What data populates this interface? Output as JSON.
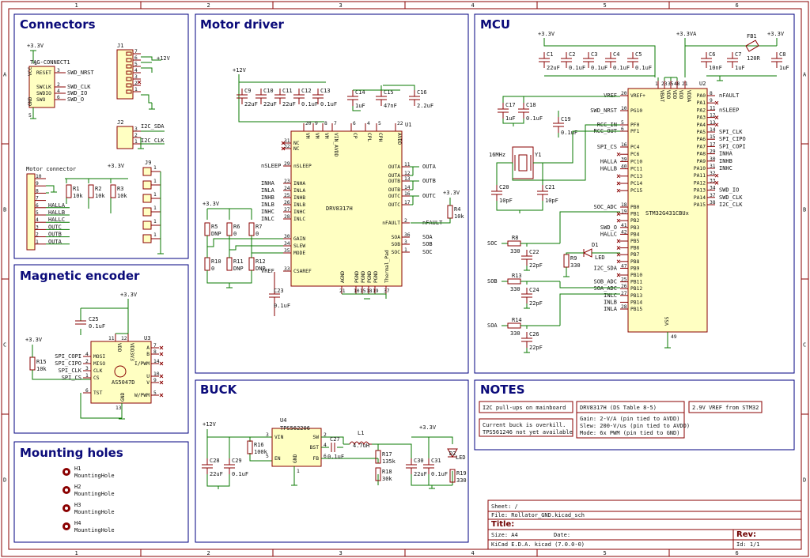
{
  "frame": {
    "cols": [
      "1",
      "2",
      "3",
      "4",
      "5",
      "6"
    ],
    "rows": [
      "A",
      "B",
      "C",
      "D"
    ]
  },
  "sections": {
    "connectors": "Connectors",
    "motor_driver": "Motor driver",
    "mcu": "MCU",
    "encoder": "Magnetic encoder",
    "buck": "BUCK",
    "notes": "NOTES",
    "mounting": "Mounting holes"
  },
  "connectors": {
    "tag_ref": "TAG-CONNECT1",
    "tag_pwr": "+3.3V",
    "tag_pins": [
      {
        "n": "3",
        "name": "RESET",
        "net": "SWD_NRST"
      },
      {
        "n": "2",
        "name": "SWCLK",
        "net": "SWD_CLK"
      },
      {
        "n": "4",
        "name": "SWDIO",
        "net": "SWD_IO"
      },
      {
        "n": "6",
        "name": "SWO",
        "net": "SWD_O"
      }
    ],
    "tag_vcc": "VCC",
    "tag_gnd": "GND",
    "tag_pin1": "1",
    "tag_pin5": "5",
    "j1": "J1",
    "j1_pins": [
      "7",
      "6",
      "5",
      "4",
      "3",
      "2",
      "1"
    ],
    "j1_pwr": "+12V",
    "j2": "J2",
    "j2_pins": [
      "3",
      "2",
      "1"
    ],
    "j2_nets": [
      "I2C_SDA",
      "I2C_CLK"
    ],
    "motor_conn_label": "Motor connector",
    "motor_pwr": "+3.3V",
    "motor_pins": [
      {
        "n": "10",
        "net": ""
      },
      {
        "n": "9",
        "net": ""
      },
      {
        "n": "8",
        "net": ""
      },
      {
        "n": "7",
        "net": ""
      },
      {
        "n": "6",
        "net": "HALLA"
      },
      {
        "n": "5",
        "net": "HALLB"
      },
      {
        "n": "4",
        "net": "HALLC"
      },
      {
        "n": "3",
        "net": "OUTC"
      },
      {
        "n": "2",
        "net": "OUTB"
      },
      {
        "n": "1",
        "net": "OUTA"
      }
    ],
    "motor_res": [
      {
        "ref": "R1",
        "val": "10k"
      },
      {
        "ref": "R2",
        "val": "10k"
      },
      {
        "ref": "R3",
        "val": "10k"
      }
    ],
    "j9": "J9",
    "j9_pins": [
      "1",
      "1",
      "1",
      "1",
      "1",
      "1"
    ]
  },
  "driver": {
    "pwr": "+12V",
    "caps": [
      {
        "ref": "C9",
        "val": "22uF"
      },
      {
        "ref": "C10",
        "val": "22uF"
      },
      {
        "ref": "C11",
        "val": "22uF"
      },
      {
        "ref": "C12",
        "val": "0.1uF"
      },
      {
        "ref": "C13",
        "val": "0.1uF"
      },
      {
        "ref": "C14",
        "val": "1uF"
      },
      {
        "ref": "C15",
        "val": "47nF"
      },
      {
        "ref": "C16",
        "val": "2.2uF"
      }
    ],
    "ic_ref": "U1",
    "ic_name": "DRV8317H",
    "top_pins": [
      {
        "name": "VM",
        "n": "20"
      },
      {
        "name": "VM",
        "n": "9"
      },
      {
        "name": "VM",
        "n": "8"
      },
      {
        "name": "VIN_AVDD",
        "n": "7"
      },
      {
        "name": "CP",
        "n": "6"
      },
      {
        "name": "CPL",
        "n": "4"
      },
      {
        "name": "CPH",
        "n": "5"
      },
      {
        "name": "AVDD",
        "n": "22"
      }
    ],
    "left_pins": [
      {
        "n": "31",
        "name": "NC",
        "net": ""
      },
      {
        "n": "32",
        "name": "NC",
        "net": ""
      },
      {
        "n": "29",
        "name": "nSLEEP",
        "net": "nSLEEP"
      },
      {
        "n": "23",
        "name": "INHA",
        "net": "INHA"
      },
      {
        "n": "24",
        "name": "INLA",
        "net": "INLA"
      },
      {
        "n": "25",
        "name": "INHB",
        "net": "INHB"
      },
      {
        "n": "26",
        "name": "INLB",
        "net": "INLB"
      },
      {
        "n": "27",
        "name": "INHC",
        "net": "INHC"
      },
      {
        "n": "28",
        "name": "INLC",
        "net": "INLC"
      },
      {
        "n": "30",
        "name": "GAIN",
        "net": ""
      },
      {
        "n": "34",
        "name": "SLEW",
        "net": ""
      },
      {
        "n": "35",
        "name": "MODE",
        "net": ""
      },
      {
        "n": "33",
        "name": "CSAREF",
        "net": "VREF"
      }
    ],
    "right_pins": [
      {
        "n": "11",
        "name": "OUTA",
        "net": "OUTA"
      },
      {
        "n": "12",
        "name": "OUTA",
        "net": ""
      },
      {
        "n": "13",
        "name": "OUTB",
        "net": "OUTB"
      },
      {
        "n": "14",
        "name": "OUTB",
        "net": ""
      },
      {
        "n": "16",
        "name": "OUTC",
        "net": "OUTC"
      },
      {
        "n": "17",
        "name": "OUTC",
        "net": ""
      },
      {
        "n": "2",
        "name": "nFAULT",
        "net": "nFAULT"
      },
      {
        "n": "36",
        "name": "SOA",
        "net": "SOA"
      },
      {
        "n": "3",
        "name": "SOB",
        "net": "SOB"
      },
      {
        "n": "1",
        "name": "SOC",
        "net": "SOC"
      }
    ],
    "bottom_pins": [
      "AGND",
      "PGND",
      "PGND",
      "PGND",
      "PGND",
      "Thermal_Pad"
    ],
    "bottom_nums": [
      "21",
      "10",
      "15",
      "18",
      "19",
      "37"
    ],
    "res": [
      {
        "ref": "R5",
        "val": "DNP"
      },
      {
        "ref": "R6",
        "val": "0"
      },
      {
        "ref": "R7",
        "val": "0"
      },
      {
        "ref": "R10",
        "val": "0"
      },
      {
        "ref": "R11",
        "val": "DNP"
      },
      {
        "ref": "R12",
        "val": "DNP"
      }
    ],
    "r4": {
      "ref": "R4",
      "val": "10k"
    },
    "pwr33": "+3.3V",
    "c23": {
      "ref": "C23",
      "val": "0.1uF"
    }
  },
  "mcu": {
    "pwr33": "+3.3V",
    "pwr33a": "+3.3VA",
    "caps_top": [
      {
        "ref": "C1",
        "val": "22uF"
      },
      {
        "ref": "C2",
        "val": "0.1uF"
      },
      {
        "ref": "C3",
        "val": "0.1uF"
      },
      {
        "ref": "C4",
        "val": "0.1uF"
      },
      {
        "ref": "C5",
        "val": "0.1uF"
      }
    ],
    "c6": {
      "ref": "C6",
      "val": "10nF"
    },
    "c7": {
      "ref": "C7",
      "val": "1uF"
    },
    "c8": {
      "ref": "C8",
      "val": "1uF"
    },
    "fb1": {
      "ref": "FB1",
      "val": "120R"
    },
    "c17": {
      "ref": "C17",
      "val": "1uF"
    },
    "c18": {
      "ref": "C18",
      "val": "0.1uF"
    },
    "c19": {
      "ref": "C19",
      "val": "0.1uF"
    },
    "xtal": {
      "ref": "Y1",
      "val": "16MHz"
    },
    "c20": {
      "ref": "C20",
      "val": "10pF"
    },
    "c21": {
      "ref": "C21",
      "val": "10pF"
    },
    "ic_ref": "U2",
    "ic_name": "STM32G431CBUx",
    "top_pins": [
      "VBAT",
      "VDD",
      "VDD",
      "VDD",
      "VDDA"
    ],
    "top_nums": [
      "1",
      "23",
      "35",
      "48",
      "21"
    ],
    "left_pins": [
      {
        "n": "20",
        "name": "VREF+",
        "net": "VREF"
      },
      {
        "n": "10",
        "name": "PG10",
        "net": "SWD_NRST"
      },
      {
        "n": "5",
        "name": "PF0",
        "net": "RCC_IN"
      },
      {
        "n": "6",
        "name": "PF1",
        "net": "RCC_OUT"
      },
      {
        "n": "16",
        "name": "PC4",
        "net": "SPI_CS"
      },
      {
        "n": "",
        "name": "PC6",
        "net": ""
      },
      {
        "n": "39",
        "name": "PC10",
        "net": "HALLA"
      },
      {
        "n": "40",
        "name": "PC11",
        "net": "HALLB"
      },
      {
        "n": "",
        "name": "PC13",
        "net": ""
      },
      {
        "n": "",
        "name": "PC14",
        "net": ""
      },
      {
        "n": "",
        "name": "PC15",
        "net": ""
      },
      {
        "n": "18",
        "name": "PB0",
        "net": "SOC_ADC"
      },
      {
        "n": "19",
        "name": "PB1",
        "net": ""
      },
      {
        "n": "",
        "name": "PB2",
        "net": ""
      },
      {
        "n": "41",
        "name": "PB3",
        "net": "SWD_O"
      },
      {
        "n": "42",
        "name": "PB4",
        "net": "HALLC"
      },
      {
        "n": "",
        "name": "PB5",
        "net": ""
      },
      {
        "n": "",
        "name": "PB6",
        "net": ""
      },
      {
        "n": "",
        "name": "PB7",
        "net": ""
      },
      {
        "n": "",
        "name": "PB8",
        "net": ""
      },
      {
        "n": "47",
        "name": "PB9",
        "net": "I2C_SDA"
      },
      {
        "n": "",
        "name": "PB10",
        "net": ""
      },
      {
        "n": "25",
        "name": "PB11",
        "net": "SOB_ADC"
      },
      {
        "n": "26",
        "name": "PB12",
        "net": "SOA_ADC"
      },
      {
        "n": "27",
        "name": "PB13",
        "net": "INLC"
      },
      {
        "n": "",
        "name": "PB14",
        "net": "INLB"
      },
      {
        "n": "28",
        "name": "PB15",
        "net": "INLA"
      }
    ],
    "right_pins": [
      {
        "n": "8",
        "name": "PA0",
        "net": "nFAULT"
      },
      {
        "n": "9",
        "name": "PA1",
        "net": ""
      },
      {
        "n": "11",
        "name": "PA2",
        "net": "nSLEEP"
      },
      {
        "n": "12",
        "name": "PA3",
        "net": ""
      },
      {
        "n": "13",
        "name": "PA4",
        "net": ""
      },
      {
        "n": "14",
        "name": "PA5",
        "net": "SPI_CLK"
      },
      {
        "n": "15",
        "name": "PA6",
        "net": "SPI_CIPO"
      },
      {
        "n": "17",
        "name": "PA7",
        "net": "SPI_COPI"
      },
      {
        "n": "29",
        "name": "PA8",
        "net": "INHA"
      },
      {
        "n": "30",
        "name": "PA9",
        "net": "INHB"
      },
      {
        "n": "31",
        "name": "PA10",
        "net": "INHC"
      },
      {
        "n": "32",
        "name": "PA11",
        "net": ""
      },
      {
        "n": "33",
        "name": "PA12",
        "net": ""
      },
      {
        "n": "34",
        "name": "PA13",
        "net": "SWD_IO"
      },
      {
        "n": "37",
        "name": "PA14",
        "net": "SWD_CLK"
      },
      {
        "n": "38",
        "name": "PA15",
        "net": "I2C_CLK"
      }
    ],
    "vss": "VSS",
    "vss_num": "49",
    "sense": [
      {
        "net": "SOC",
        "r": "R8",
        "rv": "330",
        "c": "C22",
        "cv": "22pF"
      },
      {
        "net": "SOB",
        "r": "R13",
        "rv": "330",
        "c": "C24",
        "cv": "22pF"
      },
      {
        "net": "SOA",
        "r": "R14",
        "rv": "330",
        "c": "C26",
        "cv": "22pF"
      }
    ],
    "led": {
      "ref": "D1",
      "val": "LED"
    },
    "r9": {
      "ref": "R9",
      "val": "330"
    }
  },
  "encoder": {
    "pwr": "+3.3V",
    "c25": {
      "ref": "C25",
      "val": "0.1uF"
    },
    "r15": {
      "ref": "R15",
      "val": "10k"
    },
    "ic_ref": "U3",
    "ic_name": "AS5047D",
    "left_pins": [
      {
        "n": "4",
        "name": "MOSI",
        "net": "SPI_COPI"
      },
      {
        "n": "2",
        "name": "MISO",
        "net": "SPI_CIPO"
      },
      {
        "n": "3",
        "name": "CLK",
        "net": "SPI_CLK"
      },
      {
        "n": "1",
        "name": "CS",
        "net": "SPI_CS"
      },
      {
        "n": "6",
        "name": "TST",
        "net": ""
      }
    ],
    "right_pins": [
      {
        "n": "7",
        "name": "A"
      },
      {
        "n": "8",
        "name": "B"
      },
      {
        "n": "14",
        "name": "I/PWM"
      },
      {
        "n": "10",
        "name": "U"
      },
      {
        "n": "9",
        "name": "V"
      },
      {
        "n": "5",
        "name": "W/PWM"
      }
    ],
    "top_pins": [
      "VDD",
      "VDD3V3"
    ],
    "top_nums": [
      "11",
      "12"
    ],
    "gnd": "GND",
    "gnd_num": "13"
  },
  "buck": {
    "pwr_in": "+12V",
    "pwr_out": "+3.3V",
    "ic_ref": "U4",
    "ic_name": "TPS562206",
    "pins": [
      {
        "n": "3",
        "name": "VIN"
      },
      {
        "n": "5",
        "name": "EN"
      },
      {
        "n": "1",
        "name": "GND"
      },
      {
        "n": "2",
        "name": "SW"
      },
      {
        "n": "4",
        "name": "BST"
      },
      {
        "n": "6",
        "name": "FB"
      }
    ],
    "parts": [
      {
        "ref": "C28",
        "val": "22uF"
      },
      {
        "ref": "C29",
        "val": "0.1uF"
      },
      {
        "ref": "R16",
        "val": "100k"
      },
      {
        "ref": "C27",
        "val": "0.1uF"
      },
      {
        "ref": "L1",
        "val": "4.7uH"
      },
      {
        "ref": "R17",
        "val": "135k"
      },
      {
        "ref": "R18",
        "val": "30k"
      },
      {
        "ref": "C30",
        "val": "22uF"
      },
      {
        "ref": "C31",
        "val": "0.1uF"
      },
      {
        "ref": "D2",
        "val": "LED"
      },
      {
        "ref": "R19",
        "val": "330"
      }
    ]
  },
  "notes": {
    "n1": "I2C pull-ups on mainboard",
    "n2a": "Current buck is overkill.",
    "n2b": "TPS561246 not yet available",
    "n3": "DRV8317H (DS Table 8-5)",
    "n4a": "Gain: 2-V/A (pin tied to AVDD)",
    "n4b": "Slew: 200-V/us (pin tied to AVDD)",
    "n4c": "Mode: 6x PWM (pin tied to GND)",
    "n5": "2.9V VREF from STM32"
  },
  "mounting": [
    {
      "ref": "H1",
      "val": "MountingHole"
    },
    {
      "ref": "H2",
      "val": "MountingHole"
    },
    {
      "ref": "H3",
      "val": "MountingHole"
    },
    {
      "ref": "H4",
      "val": "MountingHole"
    }
  ],
  "titleblock": {
    "sheet": "Sheet: /",
    "file": "File: Rollator_GND.kicad_sch",
    "title_label": "Title:",
    "size": "Size: A4",
    "date": "Date:",
    "rev": "Rev:",
    "kicad": "KiCad E.D.A.  kicad (7.0.0-0)",
    "id": "Id: 1/1"
  }
}
